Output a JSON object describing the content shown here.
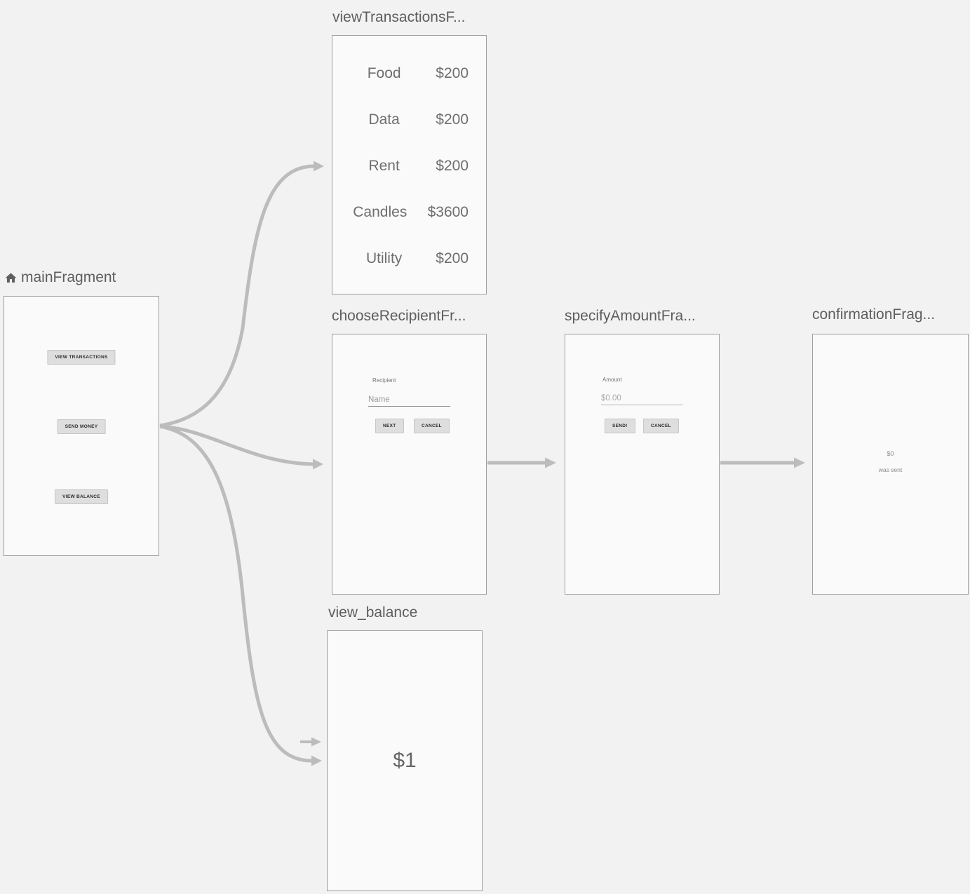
{
  "colors": {
    "background": "#f2f2f2",
    "card_fill": "#fafafa",
    "card_border": "#9e9e9e",
    "arrow": "#bcbcbc",
    "title_text": "#5e5e5e"
  },
  "fragments": {
    "main": {
      "icon": "home-icon",
      "title": "mainFragment",
      "buttons": [
        "VIEW TRANSACTIONS",
        "SEND MONEY",
        "VIEW BALANCE"
      ]
    },
    "view_transactions": {
      "title": "viewTransactionsF...",
      "rows": [
        {
          "label": "Food",
          "amount": "$200"
        },
        {
          "label": "Data",
          "amount": "$200"
        },
        {
          "label": "Rent",
          "amount": "$200"
        },
        {
          "label": "Candles",
          "amount": "$3600"
        },
        {
          "label": "Utility",
          "amount": "$200"
        }
      ]
    },
    "choose_recipient": {
      "title": "chooseRecipientFr...",
      "field_label": "Recipient",
      "field_placeholder": "Name",
      "primary_button": "NEXT",
      "secondary_button": "CANCEL"
    },
    "specify_amount": {
      "title": "specifyAmountFra...",
      "field_label": "Amount",
      "field_placeholder": "$0.00",
      "primary_button": "SEND!",
      "secondary_button": "CANCEL"
    },
    "confirmation": {
      "title": "confirmationFrag...",
      "amount": "$0",
      "caption": "was sent"
    },
    "view_balance": {
      "title": "view_balance",
      "balance": "$1"
    }
  }
}
